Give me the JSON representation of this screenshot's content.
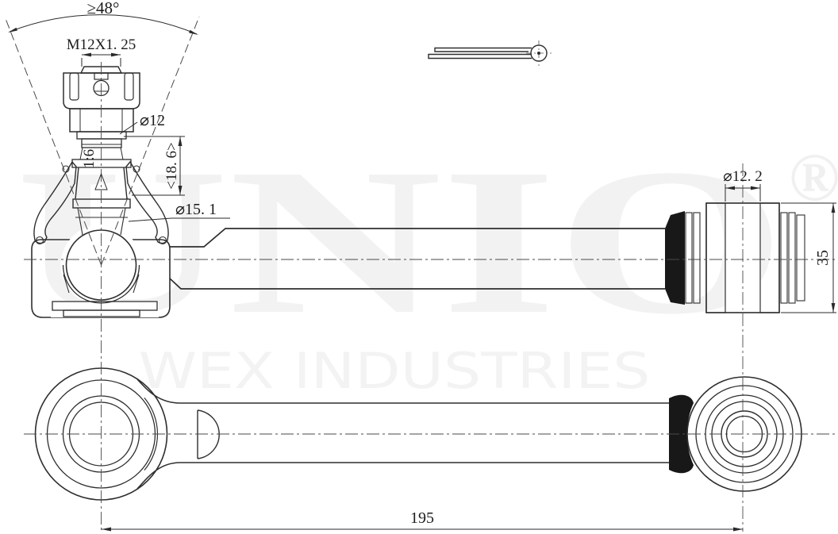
{
  "watermark": {
    "brand": "UNIO",
    "registered_mark": "®",
    "company": "WEX INDUSTRIES"
  },
  "colors": {
    "background": "#ffffff",
    "line": "#2e2e2e",
    "dimension_text": "#1c1c1c",
    "watermark_gray": "#f2f2f2",
    "rubber_black": "#181818"
  },
  "dimensions": {
    "cone_angle": "≥48°",
    "thread_spec": "M12X1. 25",
    "stud_diameter": "⌀12",
    "taper_ratio": "1:6",
    "taper_length": "<18. 6>",
    "taper_major_diameter": "⌀15. 1",
    "bushing_bore_diameter": "⌀12. 2",
    "bushing_width": "35",
    "center_distance": "195"
  }
}
